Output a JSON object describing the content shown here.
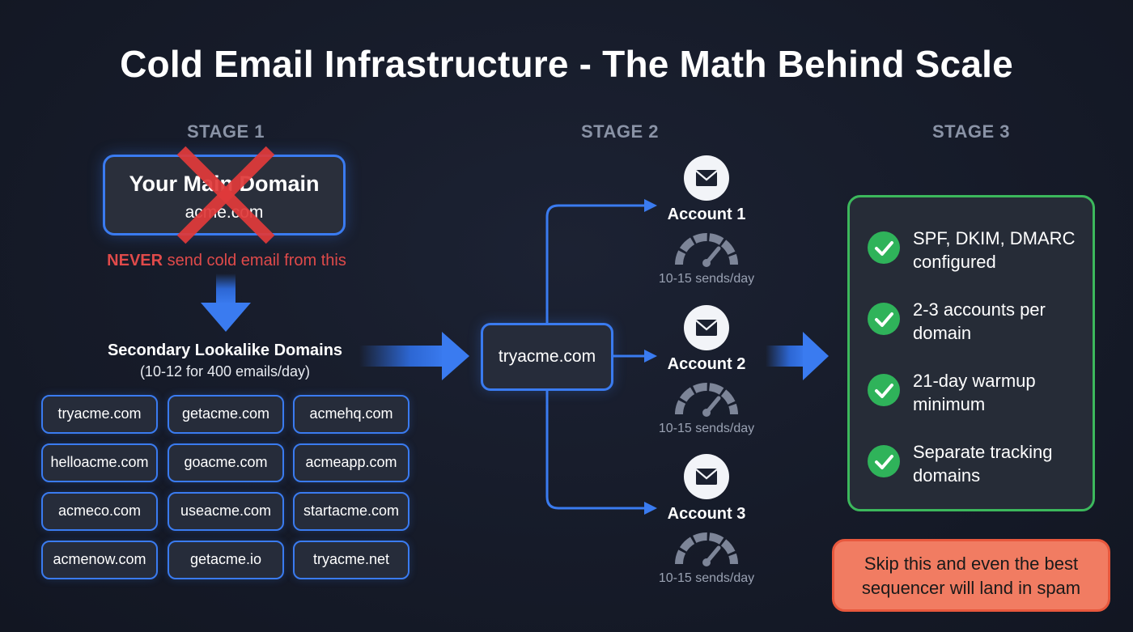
{
  "title": "Cold Email Infrastructure - The Math Behind Scale",
  "stages": [
    "STAGE 1",
    "STAGE 2",
    "STAGE 3"
  ],
  "main_domain": {
    "title": "Your Main Domain",
    "domain": "acme.com",
    "warning_strong": "NEVER",
    "warning_rest": " send cold email from this"
  },
  "secondary": {
    "title": "Secondary Lookalike Domains",
    "subtitle": "(10-12 for 400 emails/day)",
    "domains": [
      "tryacme.com",
      "getacme.com",
      "acmehq.com",
      "helloacme.com",
      "goacme.com",
      "acmeapp.com",
      "acmeco.com",
      "useacme.com",
      "startacme.com",
      "acmenow.com",
      "getacme.io",
      "tryacme.net"
    ]
  },
  "center_domain": "tryacme.com",
  "accounts": [
    {
      "label": "Account 1",
      "rate": "10-15 sends/day"
    },
    {
      "label": "Account 2",
      "rate": "10-15 sends/day"
    },
    {
      "label": "Account 3",
      "rate": "10-15 sends/day"
    }
  ],
  "checklist": [
    {
      "line1": "SPF, DKIM, DMARC",
      "line2": "configured"
    },
    {
      "line1": "2-3 accounts per",
      "line2": "domain"
    },
    {
      "line1": "21-day warmup",
      "line2": "minimum"
    },
    {
      "line1": "Separate tracking",
      "line2": "domains"
    }
  ],
  "warning": {
    "line1": "Skip this and even the best",
    "line2": "sequencer will land in spam"
  },
  "colors": {
    "accent_blue": "#3a7bf0",
    "danger_red": "#e04a4a",
    "success_green": "#3cb85c",
    "warning_orange": "#f17c62"
  }
}
